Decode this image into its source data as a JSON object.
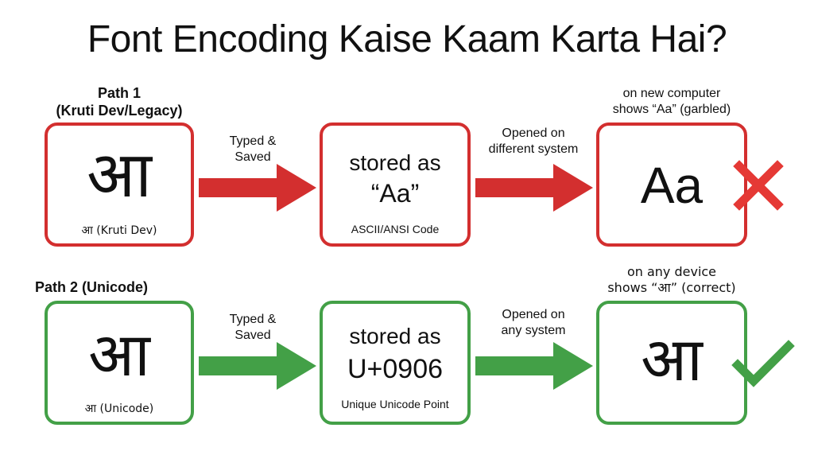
{
  "title": "Font Encoding Kaise Kaam Karta Hai?",
  "colors": {
    "legacy": "#d32f2f",
    "unicode": "#43a047"
  },
  "path1": {
    "label_line1": "Path 1",
    "label_line2": "(Kruti Dev/Legacy)",
    "input_char": "आ",
    "input_caption": "आ (Kruti Dev)",
    "arrow1_line1": "Typed &",
    "arrow1_line2": "Saved",
    "stored_line1": "stored as",
    "stored_line2": "“Aa”",
    "stored_caption": "ASCII/ANSI Code",
    "arrow2_line1": "Opened on",
    "arrow2_line2": "different system",
    "output_caption_line1": "on new computer",
    "output_caption_line2": "shows “Aa” (garbled)",
    "output_text": "Aa",
    "result_icon": "cross-icon"
  },
  "path2": {
    "label": "Path 2 (Unicode)",
    "input_char": "आ",
    "input_caption": "आ (Unicode)",
    "arrow1_line1": "Typed &",
    "arrow1_line2": "Saved",
    "stored_line1": "stored as",
    "stored_line2": "U+0906",
    "stored_caption": "Unique Unicode Point",
    "arrow2_line1": "Opened on",
    "arrow2_line2": "any system",
    "output_caption_line1": "on any device",
    "output_caption_line2": "shows “आ” (correct)",
    "output_text": "आ",
    "result_icon": "check-icon"
  }
}
